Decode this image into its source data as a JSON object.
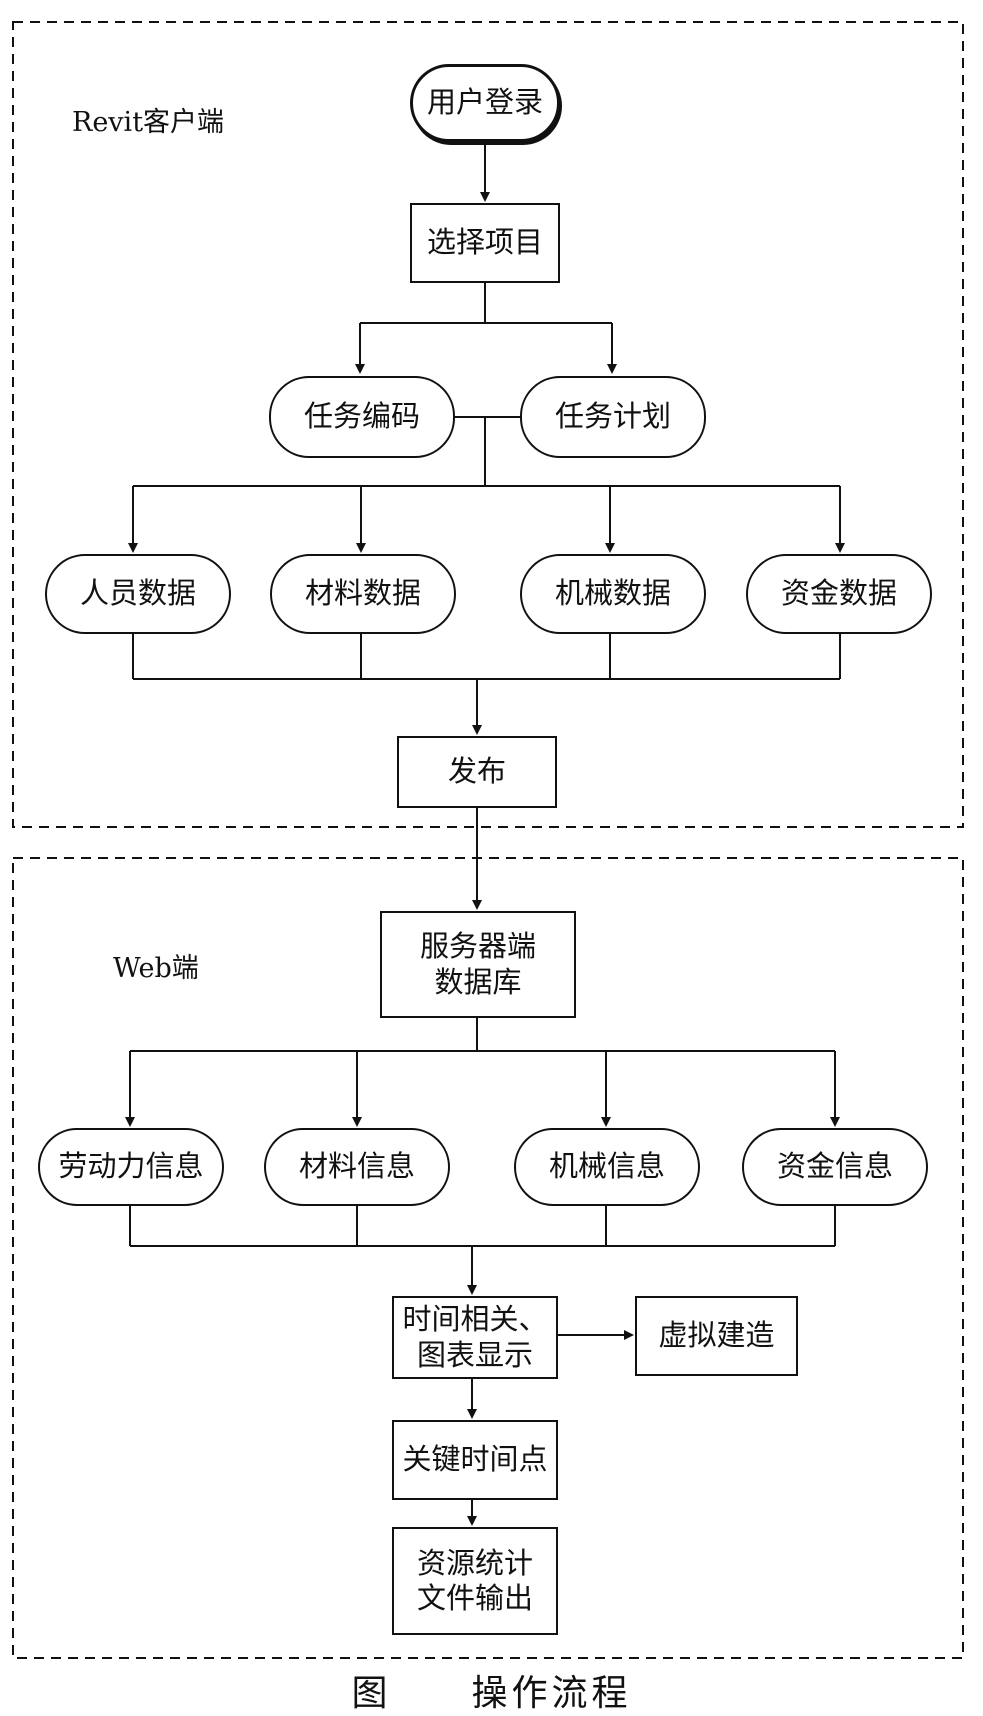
{
  "regions": {
    "revit_label": "Revit客户端",
    "web_label": "Web端"
  },
  "nodes": {
    "user_login": "用户登录",
    "select_project": "选择项目",
    "task_coding": "任务编码",
    "task_plan": "任务计划",
    "personnel_data": "人员数据",
    "material_data": "材料数据",
    "machinery_data": "机械数据",
    "fund_data": "资金数据",
    "publish": "发布",
    "server_db": [
      "服务器端",
      "数据库"
    ],
    "labor_info": "劳动力信息",
    "material_info": "材料信息",
    "machinery_info": "机械信息",
    "fund_info": "资金信息",
    "time_chart": [
      "时间相关、",
      "图表显示"
    ],
    "virtual_build": "虚拟建造",
    "key_time": "关键时间点",
    "resource_output": [
      "资源统计",
      "文件输出"
    ]
  },
  "caption": "图　　操作流程"
}
